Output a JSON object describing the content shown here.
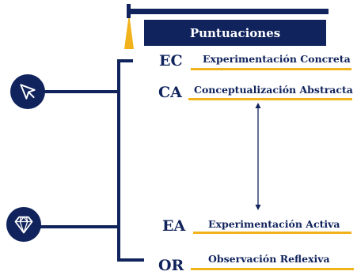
{
  "header": {
    "title": "Puntuaciones"
  },
  "icons": {
    "first": "cursor-arrow-icon",
    "second": "diamond-gem-icon"
  },
  "colors": {
    "navy": "#10235c",
    "gold": "#f2b21b"
  },
  "rows": [
    {
      "code": "EC",
      "label": "Experimentación Concreta"
    },
    {
      "code": "CA",
      "label": "Conceptualización Abstracta"
    },
    {
      "code": "EA",
      "label": "Experimentación Activa"
    },
    {
      "code": "OR",
      "label": "Observación Reflexiva"
    }
  ]
}
